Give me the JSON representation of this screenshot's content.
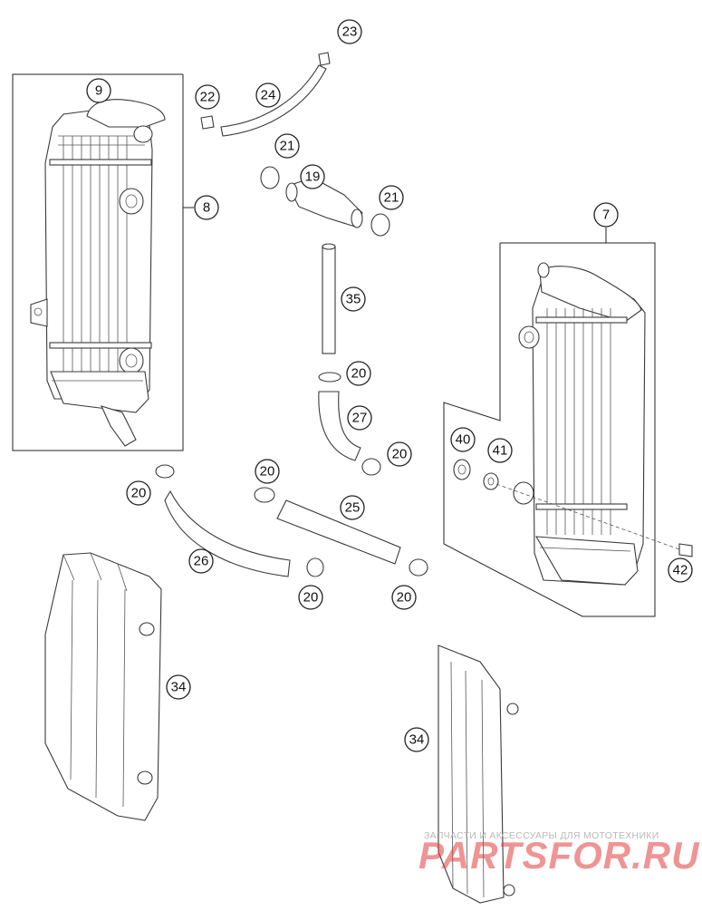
{
  "labels": [
    "9",
    "22",
    "24",
    "23",
    "8",
    "21",
    "19",
    "21",
    "35",
    "20",
    "27",
    "20",
    "7",
    "40",
    "41",
    "20",
    "20",
    "25",
    "26",
    "20",
    "20",
    "42",
    "34",
    "34"
  ],
  "watermark": {
    "tagline": "ЗАПЧАСТИ И АКСЕССУАРЫ ДЛЯ МОТОТЕХНИКИ",
    "brand": "PARTSFOR.RU"
  },
  "colors": {
    "line": "#3a3a3a",
    "watermark": "#e23c3c"
  }
}
